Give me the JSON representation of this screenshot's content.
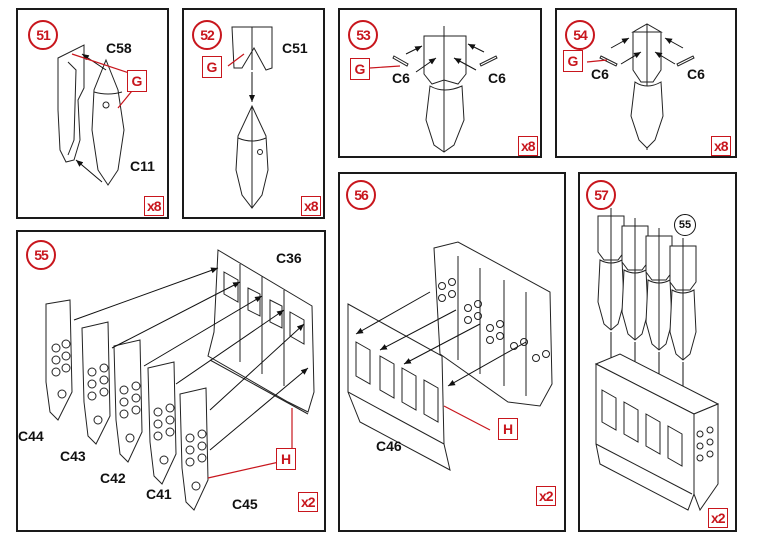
{
  "document": "Assembly instructions — bomb and bomb rack steps",
  "colors": {
    "accent": "#c8161d",
    "line": "#222222"
  },
  "panels": [
    {
      "step": "51",
      "labels": [
        "C58",
        "C11"
      ],
      "glue_tag": "G",
      "quantity": "x8"
    },
    {
      "step": "52",
      "labels": [
        "C51"
      ],
      "glue_tag": "G",
      "quantity": "x8"
    },
    {
      "step": "53",
      "labels": [
        "C6",
        "C6"
      ],
      "glue_tag": "G",
      "quantity": "x8"
    },
    {
      "step": "54",
      "labels": [
        "C6",
        "C6"
      ],
      "glue_tag": "G",
      "quantity": "x8"
    },
    {
      "step": "55",
      "labels": [
        "C36",
        "C44",
        "C43",
        "C42",
        "C41",
        "C45"
      ],
      "glue_tag": "H",
      "quantity": "x2"
    },
    {
      "step": "56",
      "labels": [
        "C46"
      ],
      "glue_tag": "H",
      "quantity": "x2"
    },
    {
      "step": "57",
      "reference_step": "55",
      "quantity": "x2"
    }
  ]
}
